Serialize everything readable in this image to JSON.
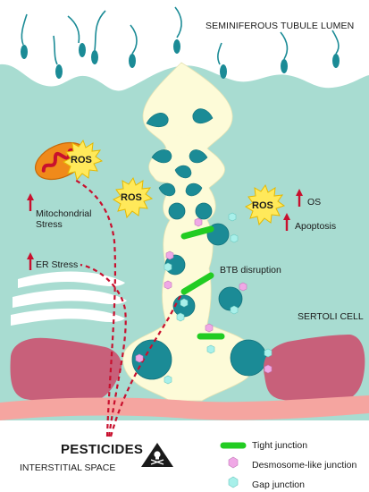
{
  "labels": {
    "lumen": "SEMINIFEROUS TUBULE LUMEN",
    "mito_stress": "Mitochondrial Stress",
    "er_stress": "ER Stress",
    "os": "OS",
    "apoptosis": "Apoptosis",
    "btb": "BTB disruption",
    "sertoli": "SERTOLI CELL",
    "pesticides": "PESTICIDES",
    "interstitial": "INTERSTITIAL SPACE",
    "ros_1": "ROS",
    "ros_2": "ROS",
    "ros_3": "ROS"
  },
  "legend": {
    "tight": "Tight junction",
    "desmosome": "Desmosome-like junction",
    "gap": "Gap junction"
  },
  "colors": {
    "cytoplasm": "#a8dcd1",
    "lumen_space": "#fdfbd8",
    "nucleus": "#1b8b96",
    "sperm": "#1b8b96",
    "tight_junction": "#22cc22",
    "desmosome": "#f0a8e6",
    "gap_junction": "#a8f0ea",
    "basement": "#f5a5a0",
    "myoid": "#c8607a",
    "mitochondrion": "#f08a1a",
    "ros_star": "#ffe95a",
    "path": "#c8102e",
    "arrow": "#c8102e"
  },
  "icons": [
    "skull-crossbones-icon",
    "up-arrow-icon"
  ]
}
